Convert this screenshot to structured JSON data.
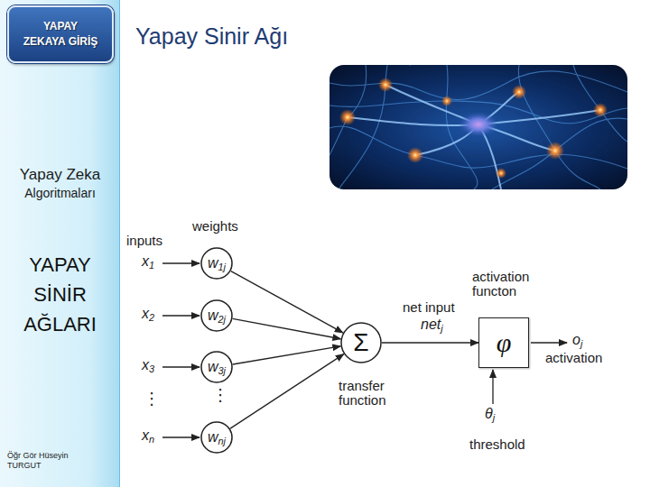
{
  "diagram": {
    "title": "Yapay Sinir Ağı",
    "nodes": [
      {
        "text": [
          "Yapay Zeka",
          "Algoritmaları",
          "YAPAY SİNİR AĞLARI",
          "Öğr Gör Hüseyin TURGUT"
        ]
      },
      {
        "text": [
          "YAPAY ZEKAYA GİRİŞ"
        ],
        "in": 0
      },
      {
        "text": [
          "w1j"
        ]
      },
      {
        "text": [
          "w2j"
        ]
      },
      {
        "text": [
          "w3j"
        ]
      },
      {
        "text": [
          "wnj"
        ]
      },
      {
        "text": [
          "Σ",
          "transfer function"
        ]
      },
      {
        "text": [
          "activation functon",
          "φ"
        ]
      }
    ],
    "edges": [
      {
        "from": 2,
        "to": 6,
        "arrow": "to"
      },
      {
        "from": 3,
        "to": 6,
        "arrow": "to"
      },
      {
        "from": 4,
        "to": 6,
        "arrow": "to"
      },
      {
        "from": 5,
        "to": 6,
        "arrow": "to"
      },
      {
        "from": 6,
        "to": 7,
        "arrow": "to"
      }
    ],
    "labels": [
      "inputs",
      "weights",
      "x1",
      "x2",
      "x3",
      "⋮",
      "xn",
      "⋮",
      "net input",
      "netj",
      "oj",
      "activation",
      "θj",
      "threshold"
    ]
  }
}
